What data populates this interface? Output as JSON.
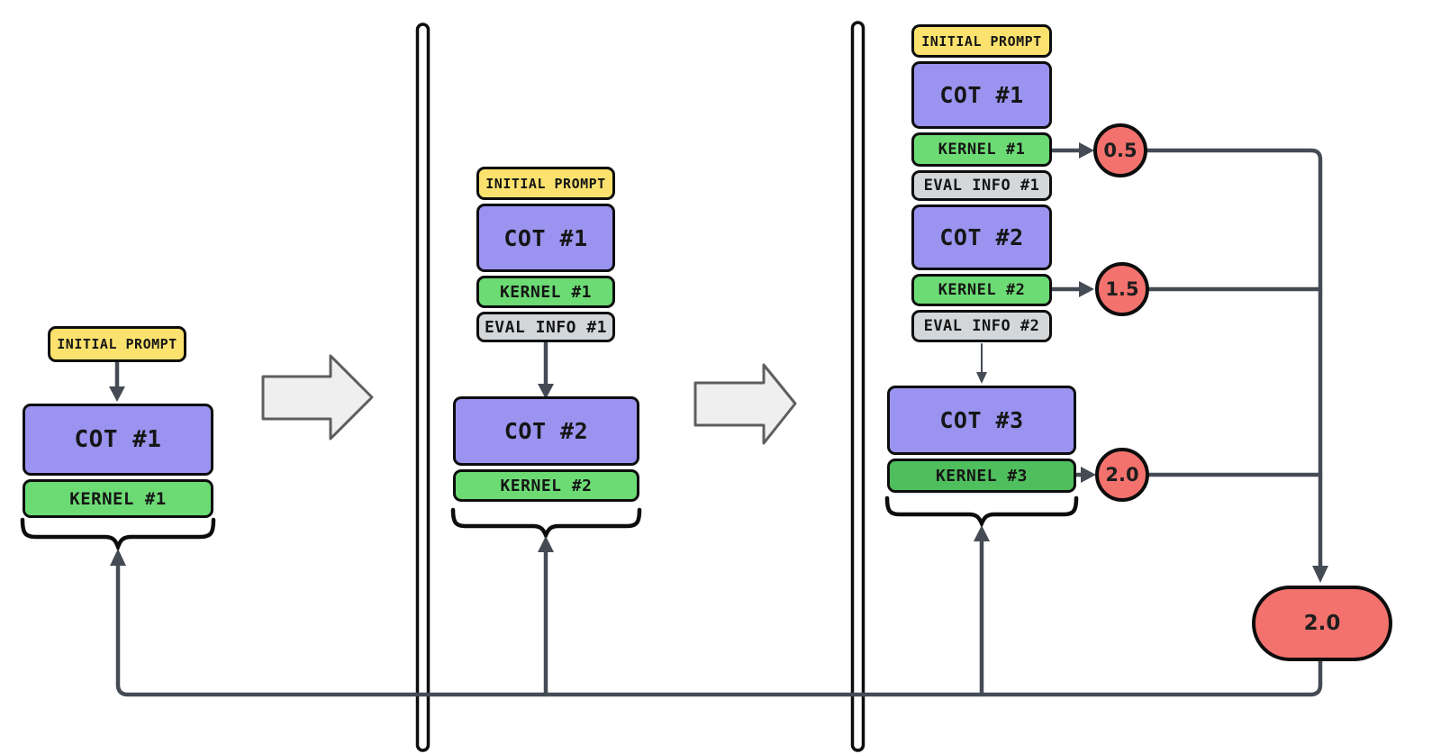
{
  "diagram": {
    "p1": {
      "initial_prompt": "INITIAL PROMPT",
      "cot1": "COT #1",
      "kernel1": "KERNEL #1"
    },
    "p2": {
      "initial_prompt": "INITIAL PROMPT",
      "cot1": "COT #1",
      "kernel1": "KERNEL #1",
      "eval1": "EVAL INFO #1",
      "cot2": "COT #2",
      "kernel2": "KERNEL #2"
    },
    "p3": {
      "initial_prompt": "INITIAL PROMPT",
      "cot1": "COT #1",
      "kernel1": "KERNEL #1",
      "eval1": "EVAL INFO #1",
      "cot2": "COT #2",
      "kernel2": "KERNEL #2",
      "eval2": "EVAL INFO #2",
      "cot3": "COT #3",
      "kernel3": "KERNEL #3"
    },
    "scores": {
      "score1": "0.5",
      "score2": "1.5",
      "score3": "2.0",
      "final": "2.0"
    },
    "colors": {
      "initial_prompt_yellow": "#FBE26E",
      "cot_purple": "#9A94F0",
      "kernel_green": "#6CDB74",
      "kernel_green_dark": "#4FBE5D",
      "eval_gray": "#D4D7DA",
      "score_red": "#F4726E",
      "connector": "#454B55",
      "border_black": "#0D0D0D",
      "block_arrow_fill": "#EFEFEF"
    }
  }
}
